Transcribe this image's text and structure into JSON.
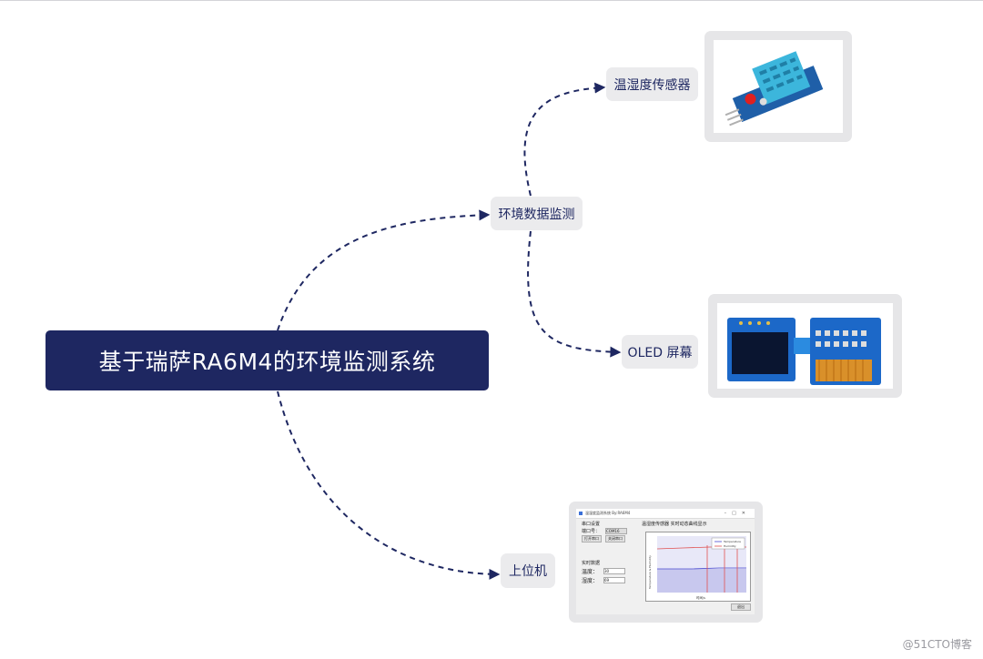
{
  "root": {
    "label": "基于瑞萨RA6M4的环境监测系统"
  },
  "nodes": {
    "env": "环境数据监测",
    "sensor": "温湿度传感器",
    "oled": "OLED 屏幕",
    "host": "上位机"
  },
  "host_app": {
    "window_title": "温湿度监测系统 By:RA6M4",
    "serial_group": "串口设置",
    "port_label": "端口号：",
    "port_value": "COM16",
    "open_button": "打开串口",
    "close_button": "关闭串口",
    "plot_title": "温湿度传感器 实时动态曲线显示",
    "realtime_group": "实时数据",
    "temp_label": "温度：",
    "temp_value": "30",
    "hum_label": "湿度：",
    "hum_value": "69",
    "legend": [
      "Temperature",
      "Humidity"
    ],
    "ylabel": "Temperature & Humidity",
    "xlabel": "时间/s",
    "exit_button": "退出"
  },
  "watermark": "@51CTO博客",
  "colors": {
    "root_bg": "#1e2761",
    "node_bg": "#ebebed",
    "line": "#1e2761"
  }
}
